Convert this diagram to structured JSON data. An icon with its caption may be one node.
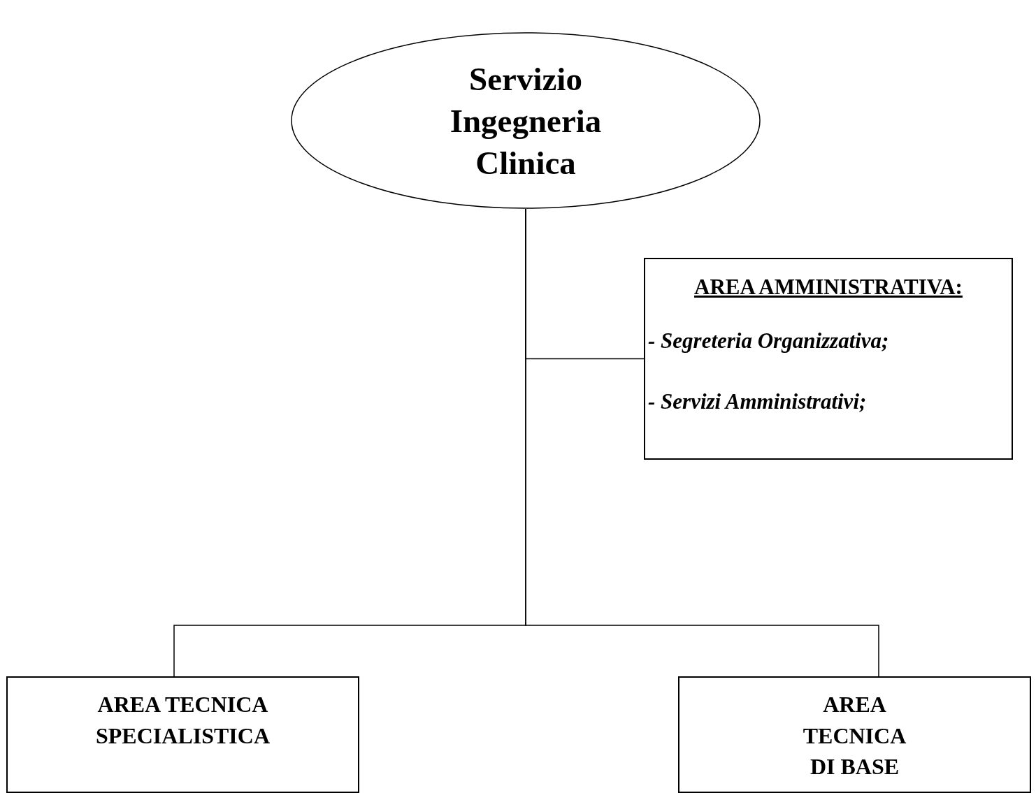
{
  "diagram": {
    "nodes": [
      {
        "text": [
          "Servizio Ingegneria Clinica"
        ]
      },
      {
        "text": [
          "AREA AMMINISTRATIVA:",
          "- Segreteria Organizzativa;",
          "- Servizi Amministrativi;"
        ]
      },
      {
        "text": [
          "AREA TECNICA SPECIALISTICA"
        ]
      },
      {
        "text": [
          "AREA TECNICA DI BASE"
        ]
      }
    ],
    "edges": [
      {
        "from": 0,
        "to": 1,
        "arrow": "none"
      },
      {
        "from": 0,
        "to": 2,
        "arrow": "none"
      },
      {
        "from": 0,
        "to": 3,
        "arrow": "none"
      }
    ]
  }
}
